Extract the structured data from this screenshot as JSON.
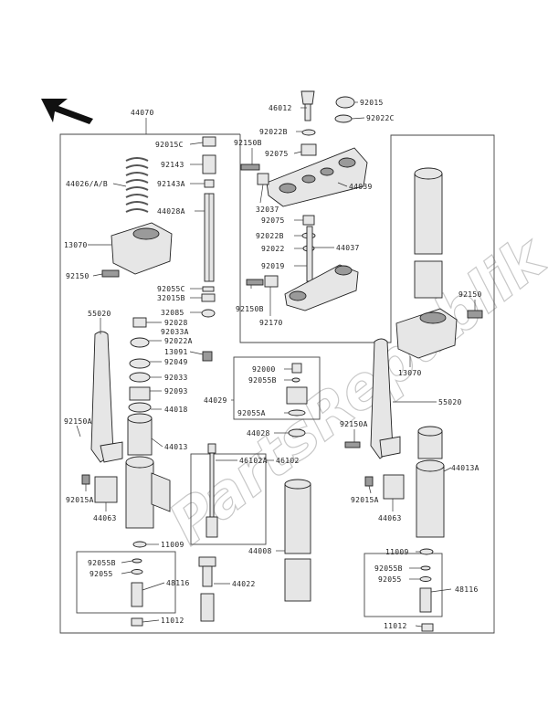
{
  "watermark": "PartsRepublik",
  "labels": {
    "l44070": "44070",
    "l92015c": "92015C",
    "l92143": "92143",
    "l92143a": "92143A",
    "l44026": "44026/A/B",
    "l44028a": "44028A",
    "l13070l": "13070",
    "l92150l": "92150",
    "l92055c": "92055C",
    "l32015b": "32015B",
    "l32085": "32085",
    "l55020l": "55020",
    "l92028": "92028",
    "l92022a": "92022A",
    "l92033a": "92033A",
    "l13091": "13091",
    "l92049": "92049",
    "l92033": "92033",
    "l92093": "92093",
    "l44018": "44018",
    "l92150al": "92150A",
    "l44013": "44013",
    "l92015al": "92015A",
    "l44063l": "44063",
    "l11009l": "11009",
    "l92055bl": "92055B",
    "l92055l": "92055",
    "l48116l": "48116",
    "l11012l": "11012",
    "l46012": "46012",
    "l92015": "92015",
    "l92022b": "92022B",
    "l92022c": "92022C",
    "l92150b1": "92150B",
    "l92075a": "92075",
    "l44039": "44039",
    "l32037": "32037",
    "l92075b": "92075",
    "l92022b2": "92022B",
    "l92022": "92022",
    "l44037": "44037",
    "l92019": "92019",
    "l92150b2": "92150B",
    "l92170": "92170",
    "l92000": "92000",
    "l92055b_mid": "92055B",
    "l44029": "44029",
    "l92055a": "92055A",
    "l44028": "44028",
    "l46102a": "46102A",
    "l46102": "46102",
    "l44022": "44022",
    "l44008": "44008",
    "l92150r": "92150",
    "l13070r": "13070",
    "l55020r": "55020",
    "l92150ar": "92150A",
    "l44013a": "44013A",
    "l92015ar": "92015A",
    "l44063r": "44063",
    "l11009r": "11009",
    "l92055br": "92055B",
    "l92055r": "92055",
    "l48116r": "48116",
    "l11012r": "11012"
  }
}
